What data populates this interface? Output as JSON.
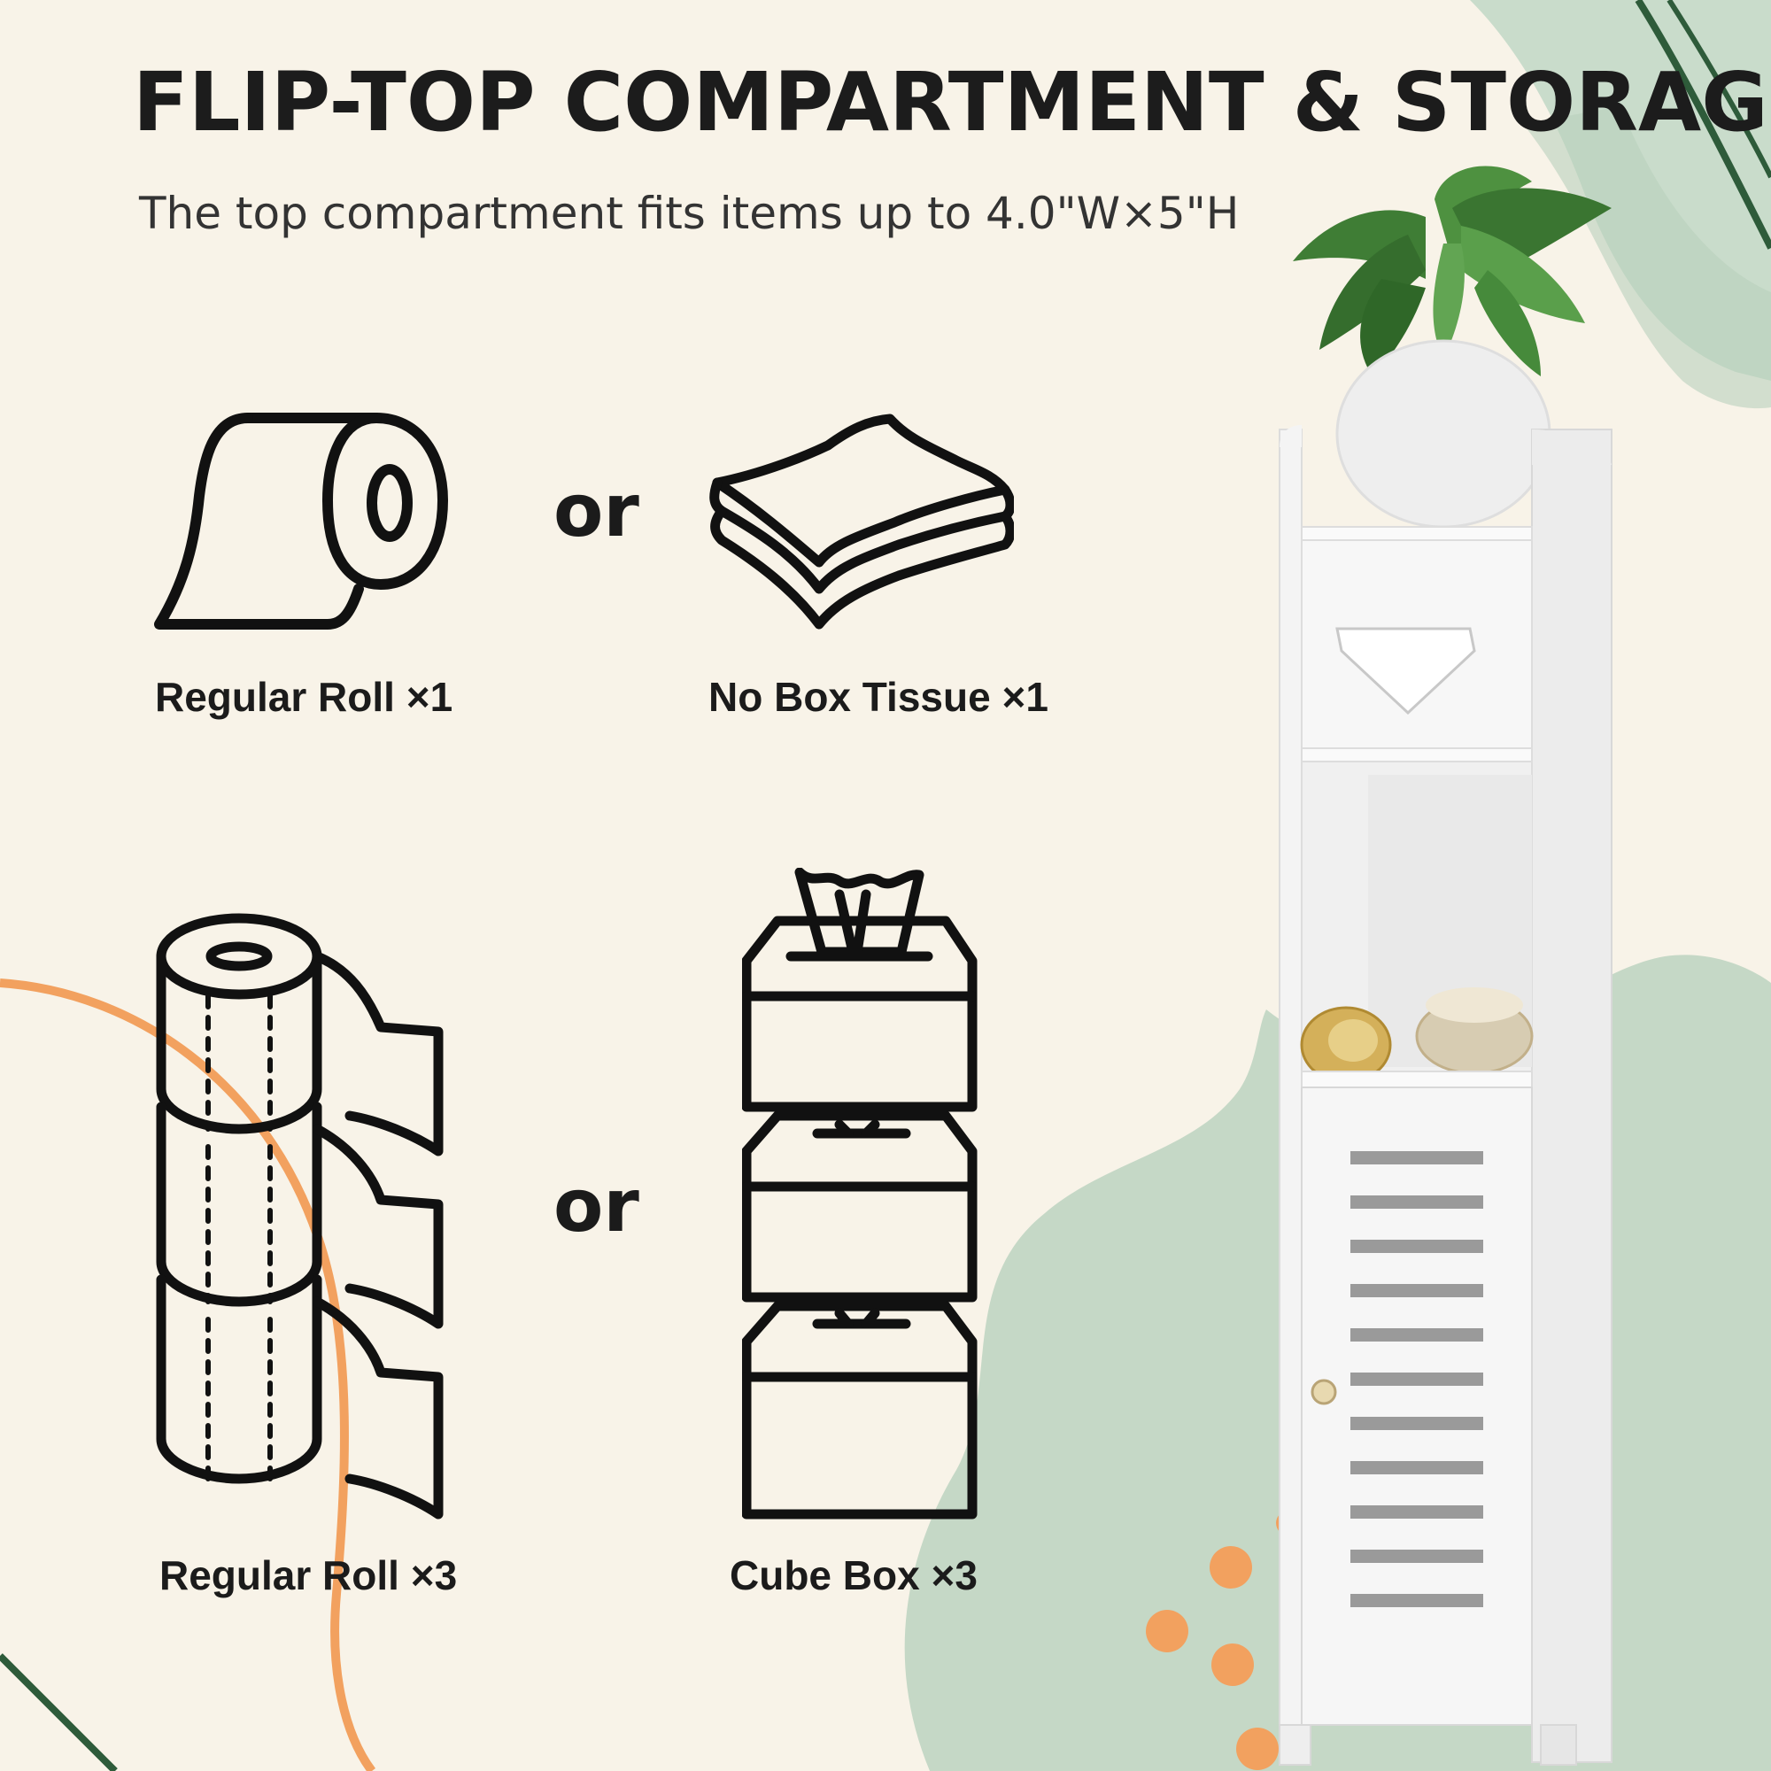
{
  "headline": "FLIP-TOP COMPARTMENT & STORAGE",
  "subheadline": "The top compartment fits items up to 4.0\"W×5\"H",
  "options": {
    "row1": {
      "left_label": "Regular Roll ×1",
      "separator": "or",
      "right_label": "No Box Tissue ×1"
    },
    "row2": {
      "left_label": "Regular Roll ×3",
      "separator": "or",
      "right_label": "Cube Box ×3"
    }
  },
  "icons": {
    "row1_left": "toilet-roll-icon",
    "row1_right": "folded-tissue-icon",
    "row2_left": "stacked-toilet-rolls-icon",
    "row2_right": "stacked-tissue-boxes-icon"
  },
  "colors": {
    "background": "#f8f3e8",
    "sage_blob": "#c5d8c6",
    "orange_accent": "#f2a15f",
    "dark_green_line": "#2e5b3a",
    "text": "#1b1b1b"
  }
}
